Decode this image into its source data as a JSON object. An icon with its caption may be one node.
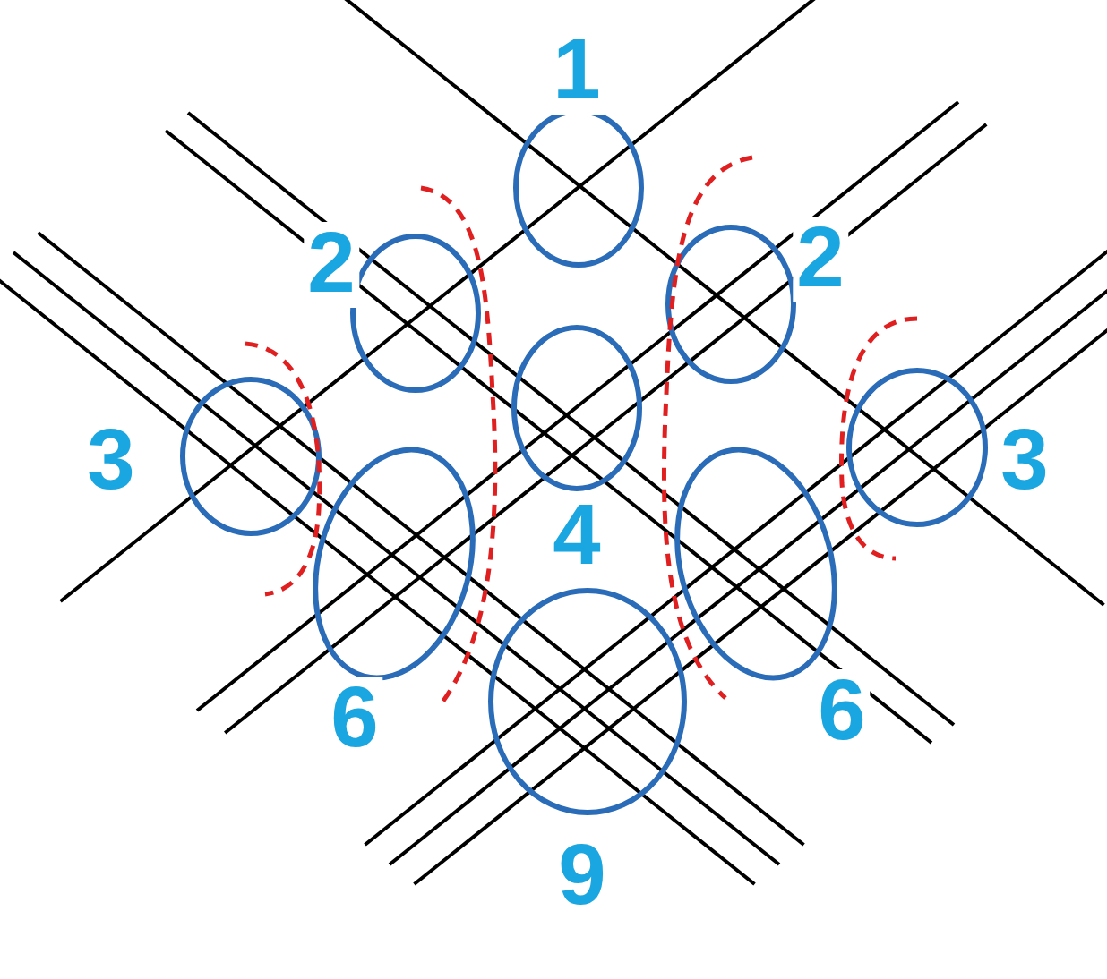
{
  "diagram": {
    "labels": [
      "1",
      "2",
      "2",
      "3",
      "3",
      "4",
      "6",
      "6",
      "9"
    ]
  }
}
